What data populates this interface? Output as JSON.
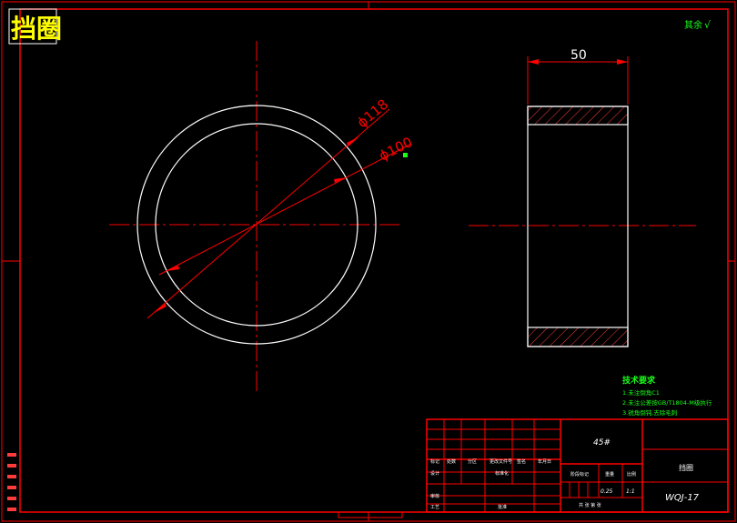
{
  "title_stamp": "挡圈",
  "surface_note": "其余",
  "surface_symbol": "√",
  "dimensions": {
    "outer_diameter": "ϕ118",
    "inner_diameter": "ϕ100",
    "inner_tolerance": "",
    "width": "50"
  },
  "tech_requirements": {
    "heading": "技术要求",
    "items": [
      "1.未注倒角C1",
      "2.未注公差按GB/T1804-M级执行",
      "3.锐角倒钝,去除毛刺"
    ]
  },
  "title_block": {
    "material": "45#",
    "part_name": "挡圈",
    "drawing_number": "WQJ-17",
    "scale": "1:1",
    "weight": "0.25",
    "labels": {
      "mark": "标记",
      "count": "处数",
      "zone": "分区",
      "change_doc": "更改文件号",
      "signature": "签名",
      "date": "年月日",
      "designer": "设计",
      "standardize": "标准化",
      "stage_mark": "阶段标记",
      "weight_label": "重量",
      "scale_label": "比例",
      "review": "审核",
      "process": "工艺",
      "approve": "批准",
      "sheets": "共 张 第 张"
    }
  },
  "colors": {
    "background": "#000000",
    "frame": "#ff0000",
    "geometry": "#ffffff",
    "centerline": "#ff0000",
    "dimension": "#ff0000",
    "note": "#19ff19",
    "stamp": "#ffff00"
  }
}
